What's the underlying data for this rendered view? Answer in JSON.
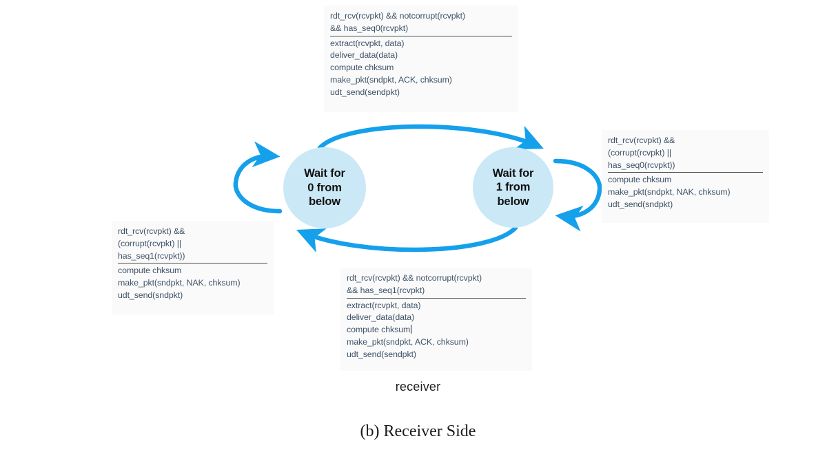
{
  "figure": {
    "caption": "(b) Receiver Side",
    "subject_label": "receiver"
  },
  "states": [
    {
      "id": "wait-for-0-from-below",
      "lines": [
        "Wait for",
        "0 from",
        "below"
      ]
    },
    {
      "id": "wait-for-1-from-below",
      "lines": [
        "Wait for",
        "1 from",
        "below"
      ]
    }
  ],
  "transitions": {
    "top": {
      "name": "rcv-pkt0-ok-send-ack",
      "condition": [
        "rdt_rcv(rcvpkt) && notcorrupt(rcvpkt)",
        "&& has_seq0(rcvpkt)"
      ],
      "actions": [
        "extract(rcvpkt, data)",
        "deliver_data(data)",
        "compute chksum",
        "make_pkt(sndpkt, ACK, chksum)",
        "udt_send(sendpkt)"
      ]
    },
    "right": {
      "name": "state1-selfloop-nak",
      "condition": [
        "rdt_rcv(rcvpkt) &&",
        "(corrupt(rcvpkt) ||",
        "has_seq0(rcvpkt))"
      ],
      "actions": [
        "compute chksum",
        "make_pkt(sndpkt, NAK, chksum)",
        "udt_send(sndpkt)"
      ]
    },
    "left": {
      "name": "state0-selfloop-nak",
      "condition": [
        "rdt_rcv(rcvpkt) &&",
        "(corrupt(rcvpkt) ||",
        "has_seq1(rcvpkt))"
      ],
      "actions": [
        "compute chksum",
        "make_pkt(sndpkt, NAK, chksum)",
        "udt_send(sndpkt)"
      ]
    },
    "bottom": {
      "name": "rcv-pkt1-ok-send-ack",
      "condition": [
        "rdt_rcv(rcvpkt) && notcorrupt(rcvpkt)",
        "&& has_seq1(rcvpkt)"
      ],
      "actions_before_caret": [
        "extract(rcvpkt, data)",
        "deliver_data(data)"
      ],
      "action_with_caret": "compute chksum",
      "actions_after_caret": [
        "make_pkt(sndpkt, ACK, chksum)",
        "udt_send(sendpkt)"
      ]
    }
  },
  "colors": {
    "arrow": "#15a0ec",
    "state_fill": "#cbe8f7",
    "label_text": "#3f5368",
    "box_background": "#fafafa",
    "rule": "#4a4a4a",
    "page_background": "#ffffff"
  }
}
